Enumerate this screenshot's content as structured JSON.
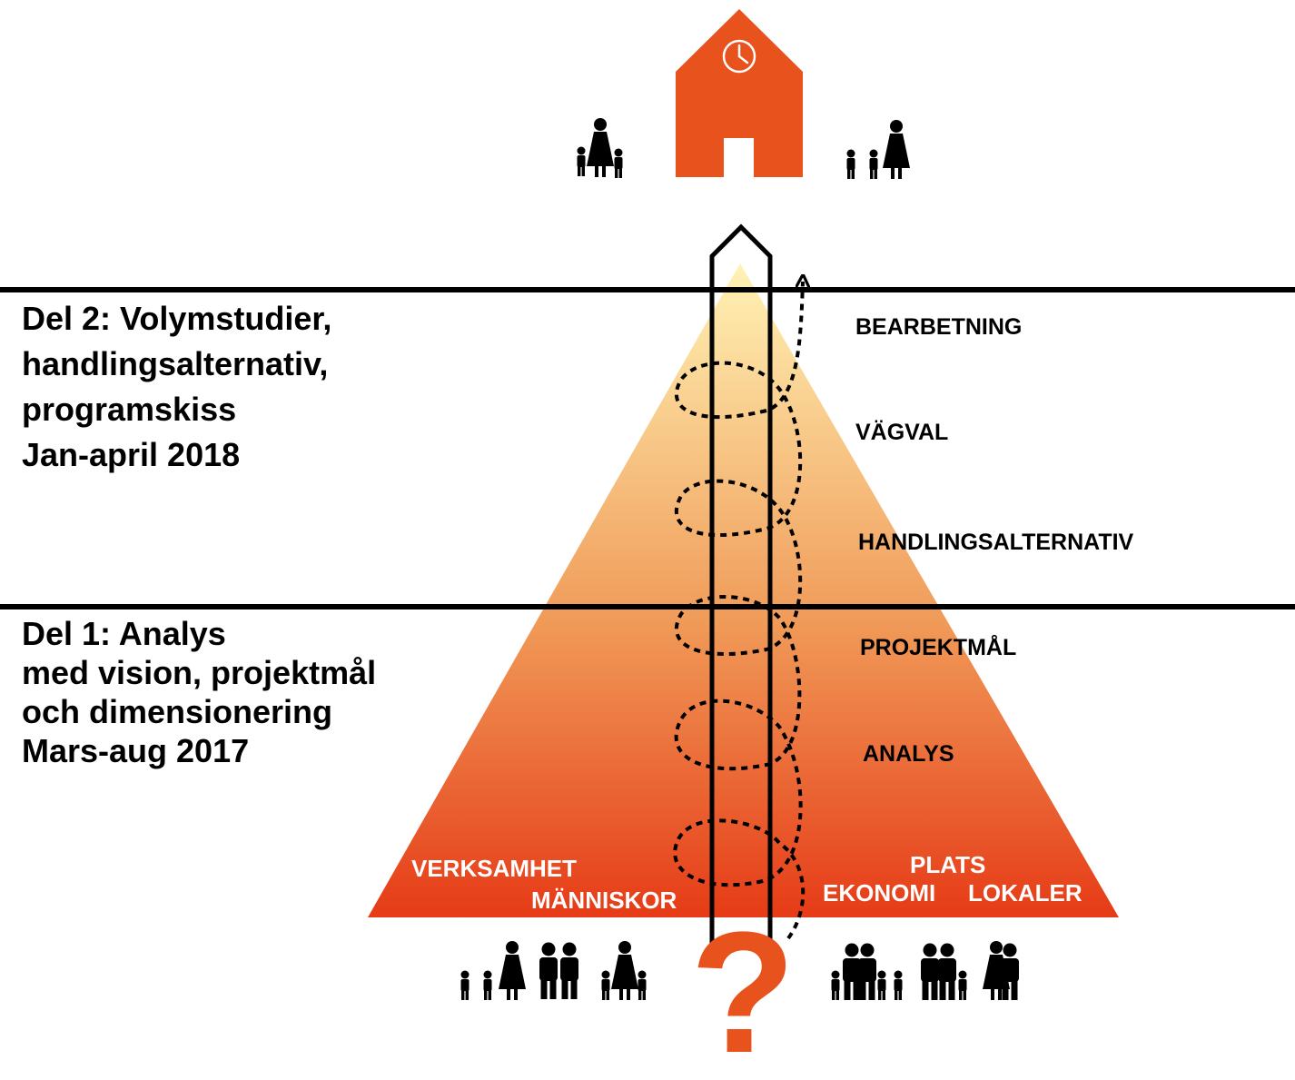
{
  "phases": [
    {
      "id": "del-2",
      "lines": [
        "Del 2: Volymstudier,",
        "handlingsalternativ,",
        "programskiss",
        "Jan-april 2018"
      ]
    },
    {
      "id": "del-1",
      "lines": [
        "Del 1: Analys",
        "med vision, projektmål",
        "och dimensionering",
        "Mars-aug 2017"
      ]
    }
  ],
  "stages": [
    "BEARBETNING",
    "VÄGVAL",
    "HANDLINGSALTERNATIV",
    "PROJEKTMÅL",
    "ANALYS"
  ],
  "factors": [
    "VERKSAMHET",
    "MÄNNISKOR",
    "PLATS",
    "EKONOMI",
    "LOKALER"
  ],
  "start_symbol": "?",
  "colors": {
    "accent": "#e8531d",
    "pyramid_top": "#fff3b5",
    "pyramid_bottom": "#e63b17",
    "ink": "#000000"
  },
  "icons": {
    "goal": "school-house-with-clock-icon",
    "stakeholders": "people-silhouettes-icon",
    "start": "question-mark-icon",
    "process": "dashed-spiral-arrow-icon",
    "pillar": "arrow-pillar-icon"
  }
}
